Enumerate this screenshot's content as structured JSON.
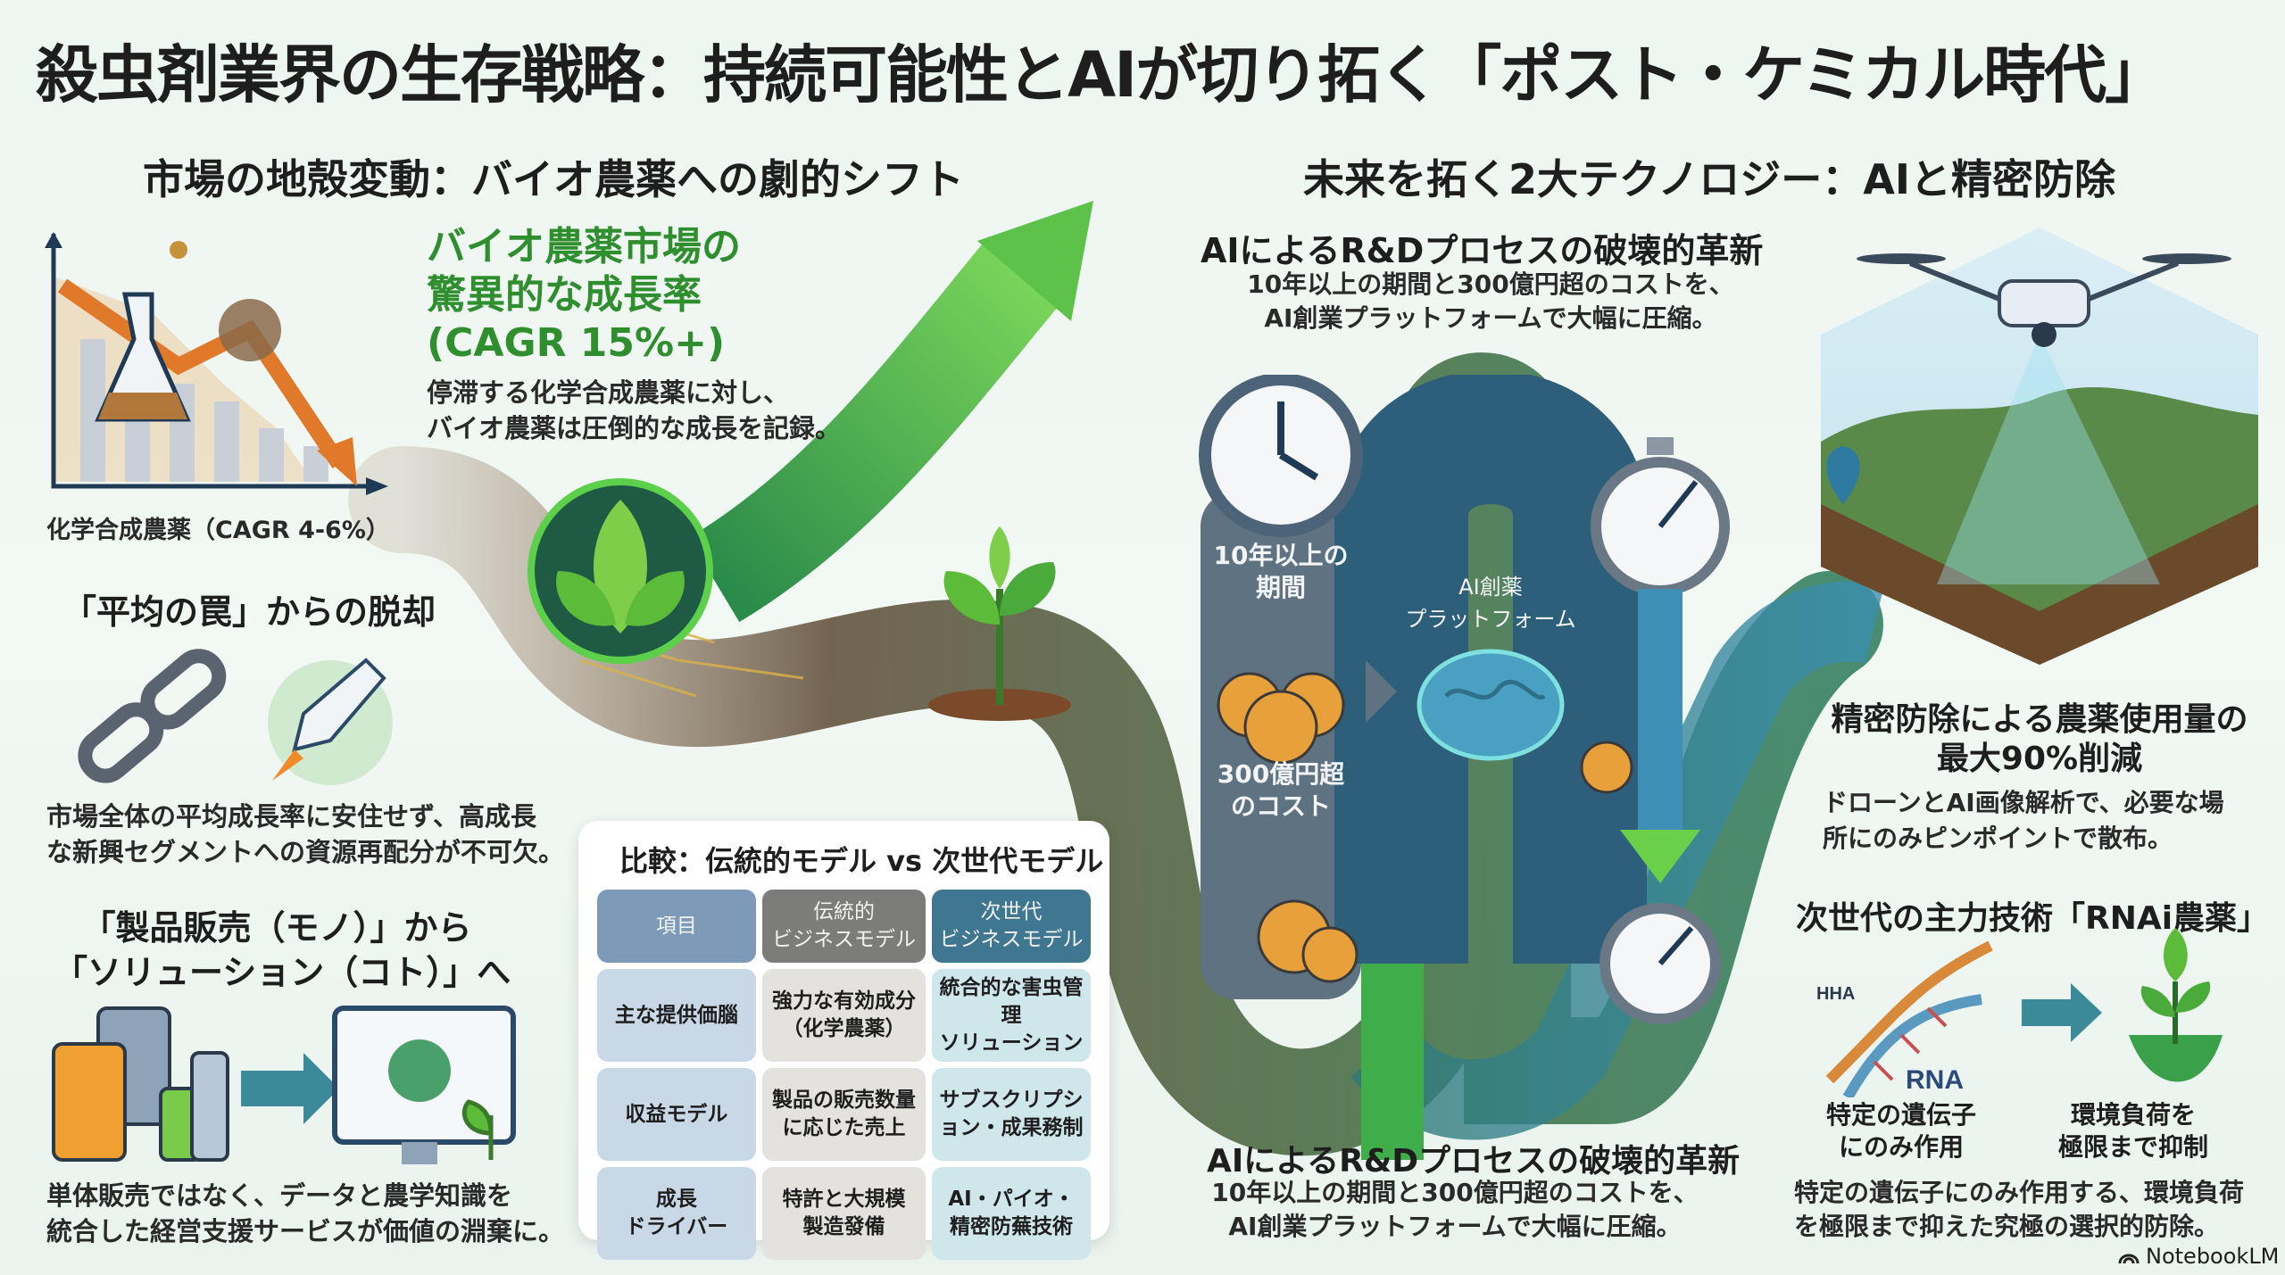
{
  "title": "殺虫剤業界の生存戦略：持続可能性とAIが切り拓く「ポスト・ケミカル時代」",
  "left": {
    "heading": "市場の地殻変動：バイオ農薬への劇的シフト",
    "chem_label": "化学合成農薬（CAGR 4-6%）",
    "bio_heading": [
      "バイオ農薬市場の",
      "驚異的な成長率",
      "(CAGR 15%+)"
    ],
    "bio_text": [
      "停滞する化学合成農薬に対し、",
      "バイオ農薬は圧倒的な成長を記録。"
    ],
    "trap_heading": "「平均の罠」からの脱却",
    "trap_text": [
      "市場全体の平均成長率に安住せず、高成長",
      "な新興セグメントへの資源再配分が不可欠。"
    ],
    "shift_heading": [
      "「製品販売（モノ）」から",
      "「ソリューション（コト）」へ"
    ],
    "shift_text": [
      "単体販売ではなく、データと農学知識を",
      "統合した経営支援サービスが価値の淵棄に。"
    ]
  },
  "table": {
    "title": "比較：伝統的モデル vs 次世代モデル",
    "headers": [
      [
        "項目"
      ],
      [
        "伝統的",
        "ビジネスモデル"
      ],
      [
        "次世代",
        "ビジネスモデル"
      ]
    ],
    "rows": [
      [
        [
          "主な提供価腦"
        ],
        [
          "強力な有効成分",
          "（化学農薬）"
        ],
        [
          "統合的な害虫管理",
          "ソリューション"
        ]
      ],
      [
        [
          "収益モデル"
        ],
        [
          "製品の販売数量",
          "に応じた売上"
        ],
        [
          "サブスクリプシ",
          "ョン・成果務制"
        ]
      ],
      [
        [
          "成長",
          "ドライバー"
        ],
        [
          "特許と大規模",
          "製造發備"
        ],
        [
          "AI・パイオ・",
          "精密防蕪技術"
        ]
      ]
    ],
    "colors": {
      "header1": "#7d9bb8",
      "header2": "#7c7c7a",
      "header3": "#3f7690"
    }
  },
  "right": {
    "heading": "未来を拓く2大テクノロジー：AIと精密防除",
    "rd_heading": "AIによるR&Dプロセスの破壊的革新",
    "rd_text": [
      "10年以上の期間と300億円超のコストを、",
      "AI創業プラットフォームで大幅に圧縮。"
    ],
    "period_label": [
      "10年以上の",
      "期間"
    ],
    "cost_label": [
      "300億円超",
      "のコスト"
    ],
    "platform_label": [
      "AI創薬",
      "プラットフォーム"
    ],
    "rd_heading_bottom": "AIによるR&Dプロセスの破壊的革新",
    "rd_text_bottom": [
      "10年以上の期間と300億円超のコストを、",
      "AI創業プラットフォームで大幅に圧縮。"
    ],
    "precision_heading": [
      "精密防除による農薬使用量の",
      "最大90%削減"
    ],
    "precision_text": [
      "ドローンとAI画像解析で、必要な場",
      "所にのみピンポイントで散布。"
    ],
    "rnai_heading": "次世代の主力技術「RNAi農薬」",
    "dna_small_label": "HHA",
    "rna_label": "RNA",
    "gene_label": [
      "特定の遺伝子",
      "にのみ作用"
    ],
    "env_label": [
      "環境負荷を",
      "極限まで抑制"
    ],
    "rnai_text": [
      "特定の遺伝子にのみ作用する、環境負荷",
      "を極限まで抑えた究極の選択的防除。"
    ]
  },
  "brand": "NotebookLM",
  "colors": {
    "green": "#2f8f2f",
    "teal": "#2f6f86",
    "orange": "#e07a2a"
  }
}
